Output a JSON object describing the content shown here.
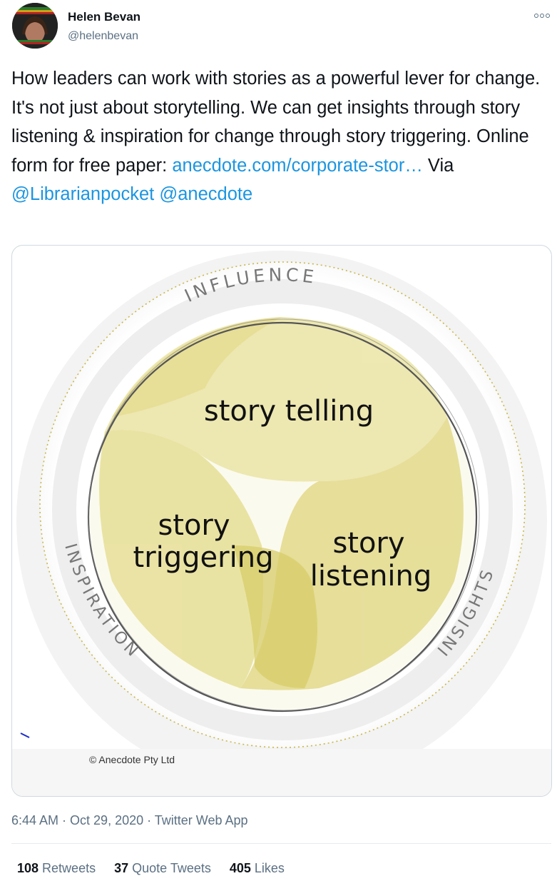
{
  "author": {
    "name": "Helen Bevan",
    "handle": "@helenbevan"
  },
  "tweet": {
    "text_before": "How leaders can work with stories as a powerful lever for change. It's not just about storytelling. We can get insights through story listening & inspiration for change through story triggering. Online form for free paper: ",
    "link": "anecdote.com/corporate-stor…",
    "via": " Via ",
    "mention1": "@Librarianpocket",
    "mention2": "@anecdote"
  },
  "image": {
    "top_label": "INFLUENCE",
    "left_label": "INSPIRATION",
    "right_label": "INSIGHTS",
    "lobe_top": "story telling",
    "lobe_left_line1": "story",
    "lobe_left_line2": "triggering",
    "lobe_right_line1": "story",
    "lobe_right_line2": "listening",
    "copyright": "© Anecdote Pty Ltd"
  },
  "meta": {
    "time": "6:44 AM",
    "sep1": " · ",
    "date": "Oct 29, 2020",
    "sep2": " · ",
    "app": "Twitter Web App"
  },
  "stats": {
    "retweets_count": "108",
    "retweets_label": " Retweets",
    "quotes_count": "37",
    "quotes_label": " Quote Tweets",
    "likes_count": "405",
    "likes_label": " Likes"
  },
  "colors": {
    "link": "#1b95e0",
    "secondary": "#5b7083",
    "lobe": "#e6df9a",
    "lobe_dark": "#d3c65c"
  }
}
